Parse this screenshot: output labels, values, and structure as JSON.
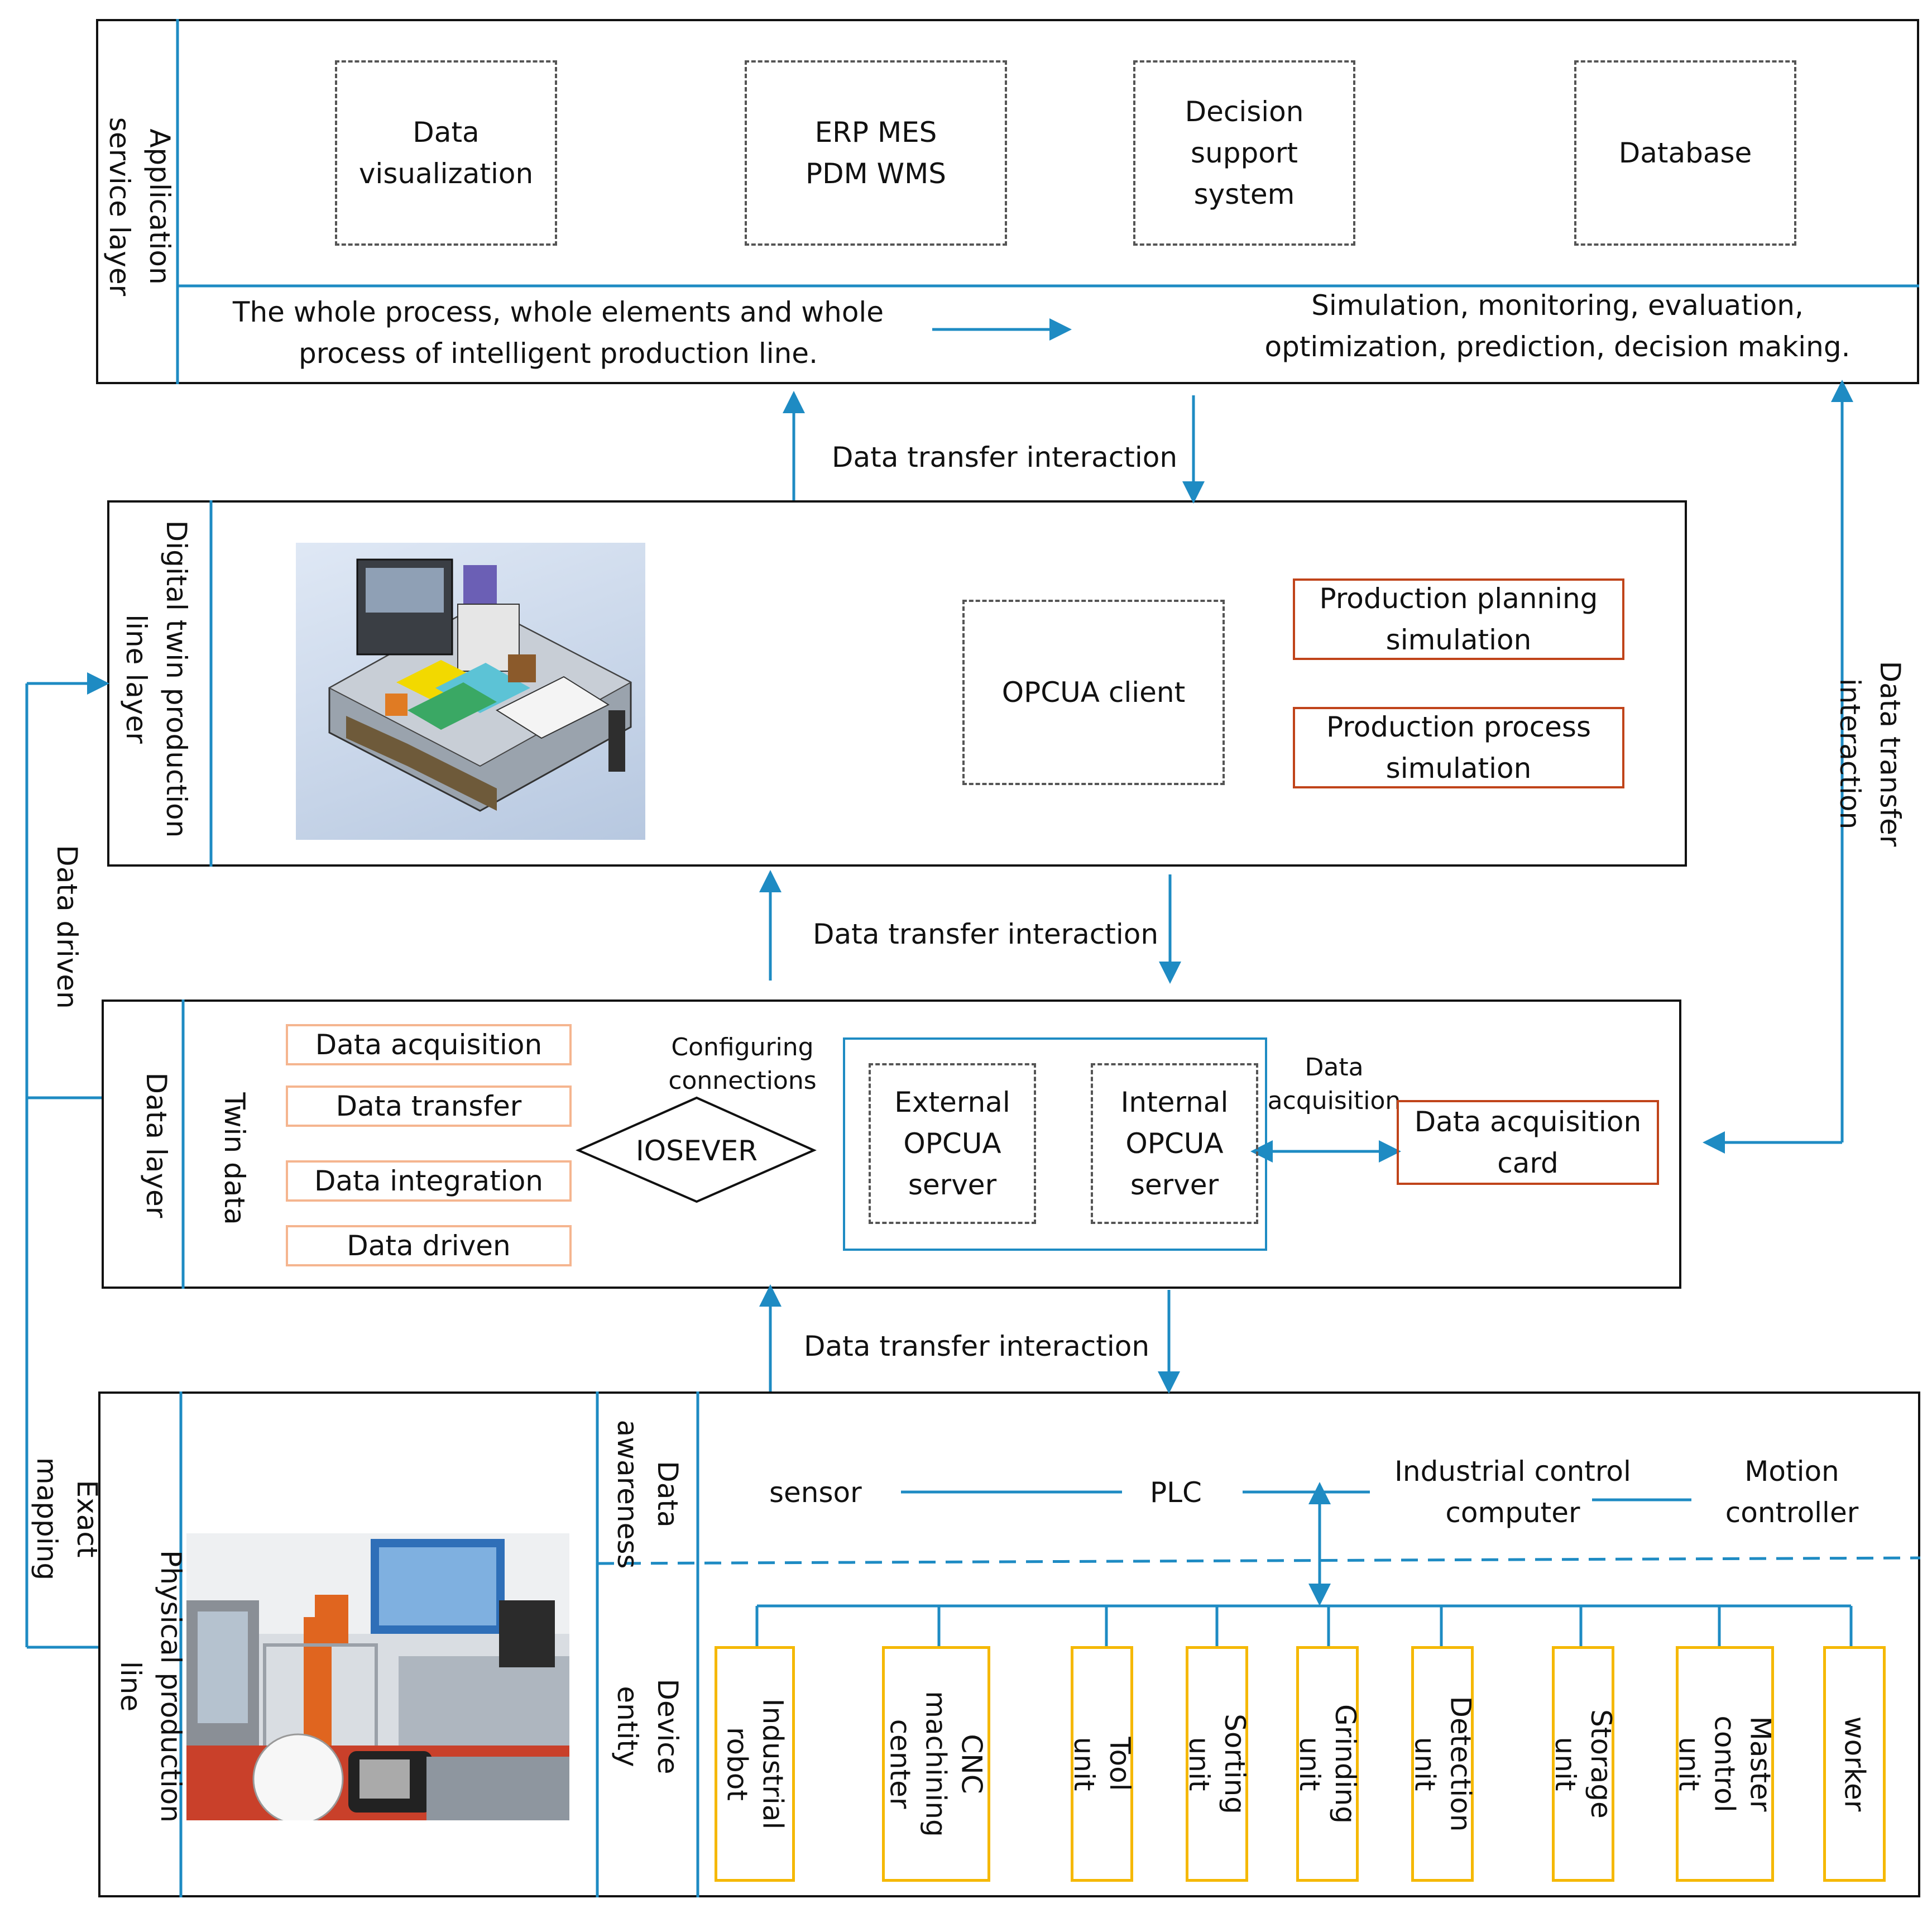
{
  "application_layer": {
    "label": "Application\nservice layer",
    "boxes": [
      "Data\nvisualization",
      "ERP  MES\nPDM WMS",
      "Decision\nsupport\nsystem",
      "Database"
    ],
    "left_text": "The whole process, whole elements and whole\nprocess of intelligent production line.",
    "right_text": "Simulation, monitoring, evaluation,\noptimization, prediction, decision making."
  },
  "digital_twin_layer": {
    "label": "Digital twin production\nline layer",
    "opcua_client": "OPCUA client",
    "sim_boxes": [
      "Production planning\nsimulation",
      "Production process\nsimulation"
    ]
  },
  "data_layer": {
    "label": "Data layer",
    "twin_data_label": "Twin data",
    "twin_data_items": [
      "Data acquisition",
      "Data transfer",
      "Data integration",
      "Data driven"
    ],
    "iosever": "IOSEVER",
    "configuring": "Configuring\nconnections",
    "external_server": "External\nOPCUA\nserver",
    "internal_server": "Internal\nOPCUA\nserver",
    "data_acq_small": "Data\nacquisition",
    "data_acq_card": "Data acquisition\ncard"
  },
  "physical_layer": {
    "label": "Physical production\nline",
    "data_awareness_label": "Data\nawareness",
    "device_entity_label": "Device\nentity",
    "awareness_items": [
      "sensor",
      "PLC",
      "Industrial control\ncomputer",
      "Motion\ncontroller"
    ],
    "devices": [
      "Industrial\nrobot",
      "CNC\nmachining\ncenter",
      "Tool unit",
      "Sorting unit",
      "Grinding unit",
      "Detection unit",
      "Storage unit",
      "Master\ncontrol unit",
      "worker"
    ]
  },
  "connectors": {
    "transfer_1": "Data transfer interaction",
    "transfer_2": "Data transfer interaction",
    "transfer_3": "Data transfer interaction",
    "right_side": "Data transfer\ninteraction",
    "data_driven": "Data driven",
    "exact_mapping": "Exact\nmapping"
  },
  "colors": {
    "line": "#1e8bc3",
    "orange_box": "#c0441a",
    "peach_box": "#f5b58f",
    "yellow_box": "#f5b800"
  }
}
